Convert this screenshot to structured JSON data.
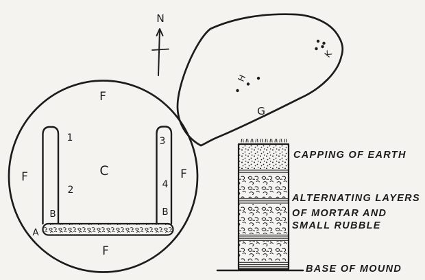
{
  "figure_type": "archaeological-plan-and-section",
  "palette": {
    "paper": "#f4f3ef",
    "ink": "#1c1c1c"
  },
  "compass": {
    "north": "N"
  },
  "plan": {
    "f_top": "F",
    "f_left": "F",
    "f_right": "F",
    "f_bottom": "F",
    "center": "C",
    "point_a": "A",
    "b_left": "B",
    "b_right": "B",
    "trench_1": "1",
    "trench_2": "2",
    "trench_3": "3",
    "trench_4": "4"
  },
  "enclosure": {
    "g": "G",
    "h": "H",
    "k": "K",
    "h_dot_count": 3,
    "k_dot_count": 4
  },
  "section": {
    "capping": "CAPPING OF EARTH",
    "alt_line1": "ALTERNATING LAYERS",
    "alt_line2": "OF MORTAR AND",
    "alt_line3": "SMALL RUBBLE",
    "base": "BASE OF MOUND",
    "layers_top_to_bottom": [
      "capping of earth (stippled)",
      "mortar (lined)",
      "rubble",
      "mortar (lined)",
      "rubble",
      "mortar (lined)",
      "rubble",
      "mortar (lined)"
    ]
  }
}
